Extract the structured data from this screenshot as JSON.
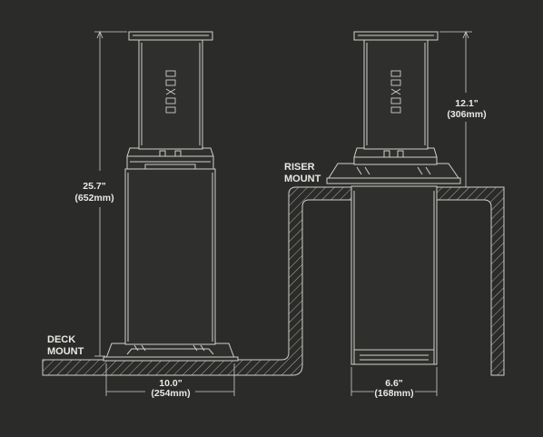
{
  "labels": {
    "deck_mount_line1": "DECK",
    "deck_mount_line2": "MOUNT",
    "riser_mount_line1": "RISER",
    "riser_mount_line2": "MOUNT"
  },
  "dimensions": {
    "deck_height_in": "25.7\"",
    "deck_height_mm": "(652mm)",
    "deck_width_in": "10.0\"",
    "deck_width_mm": "(254mm)",
    "riser_height_in": "12.1\"",
    "riser_height_mm": "(306mm)",
    "riser_width_in": "6.6\"",
    "riser_width_mm": "(168mm)"
  },
  "colors": {
    "background": "#2b2b29",
    "line": "#cfcfcc",
    "text": "#e8e8e5"
  }
}
